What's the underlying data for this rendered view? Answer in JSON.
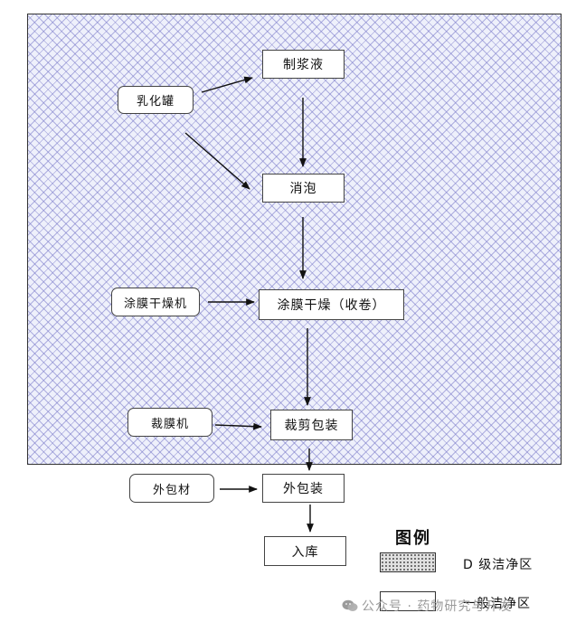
{
  "diagram": {
    "process": {
      "prep": "制浆液",
      "defoam": "消泡",
      "coat_dry": "涂膜干燥（收卷）",
      "cut_pack": "裁剪包装",
      "outer_pack": "外包装",
      "storage": "入库"
    },
    "equipment": {
      "emulsify_tank": "乳化罐",
      "coating_dryer": "涂膜干燥机",
      "film_cutter": "裁膜机",
      "outer_material": "外包材"
    }
  },
  "legend": {
    "title": "图例",
    "items": [
      {
        "label": "D 级洁净区",
        "pattern": "dotted"
      },
      {
        "label": "一般洁净区",
        "pattern": "plain"
      }
    ]
  },
  "watermark": {
    "text": "公众号 · 药物研究与开发",
    "icon": "wechat-icon"
  },
  "colors": {
    "clean_zone_hatch": "#7878c8",
    "line": "#111111"
  }
}
